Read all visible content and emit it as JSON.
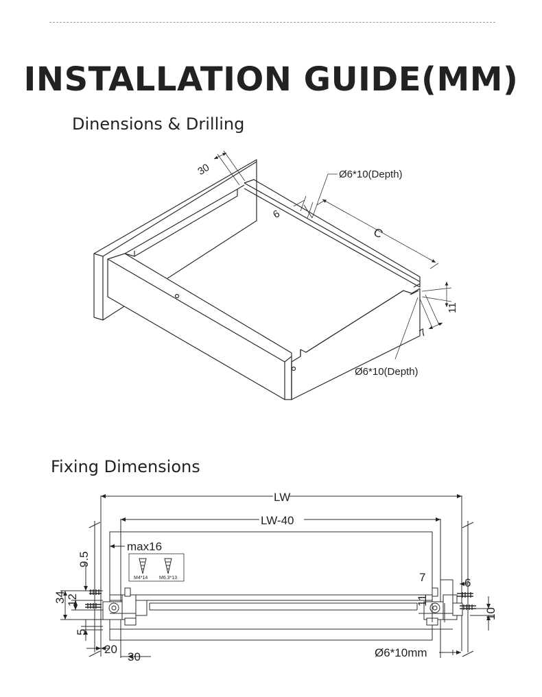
{
  "header": {
    "title": "INSTALLATION GUIDE(MM)"
  },
  "section_dimensions": {
    "heading": "Dinensions & Drilling",
    "labels": {
      "dim_30": "30",
      "hole_top": "Ø6*10(Depth)",
      "dim_6": "6",
      "dim_c": "C",
      "dim_11": "11",
      "dim_7": "7",
      "hole_bottom": "Ø6*10(Depth)"
    }
  },
  "section_fixing": {
    "heading": "Fixing Dimensions",
    "labels": {
      "lw": "LW",
      "lw_40": "LW-40",
      "max16": "max16",
      "dim_9_5": "9.5",
      "screw_a": "M4*14",
      "screw_b": "M6.3*13",
      "dim_34": "34",
      "dim_12": "12",
      "dim_5": "5",
      "dim_20": "20",
      "dim_30": "30",
      "dim_7": "7",
      "dim_6": "6",
      "dim_11": "11",
      "dim_10": "10",
      "hole": "Ø6*10mm"
    }
  }
}
